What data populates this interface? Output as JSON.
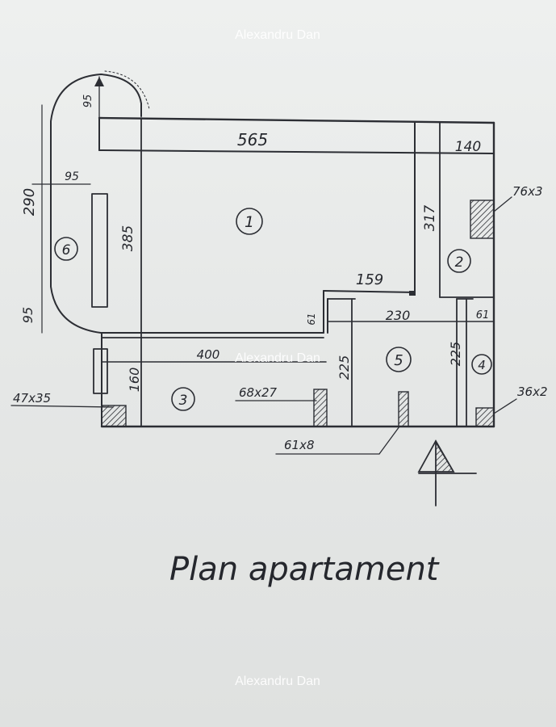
{
  "watermark": "Alexandru Dan",
  "caption": "Plan apartament",
  "rooms": {
    "r1": "1",
    "r2": "2",
    "r3": "3",
    "r4": "4",
    "r5": "5",
    "r6": "6"
  },
  "dimensions": {
    "top_width": "565",
    "top_right": "140",
    "corridor_height": "317",
    "inner_width": "159",
    "mid_width": "230",
    "small_61_a": "61",
    "small_61_b": "61",
    "left_height": "385",
    "balcony_height": "290",
    "balcony_width": "95",
    "balcony_bottom": "95",
    "balcony_top": "95",
    "wall_400": "400",
    "room3_height": "160",
    "room5_height": "225",
    "room4_height": "225"
  },
  "labels": {
    "col_47x35": "47x35",
    "col_68x27": "68x27",
    "col_61x8": "61x8",
    "col_76x3": "76x3",
    "col_36x2": "36x2"
  }
}
